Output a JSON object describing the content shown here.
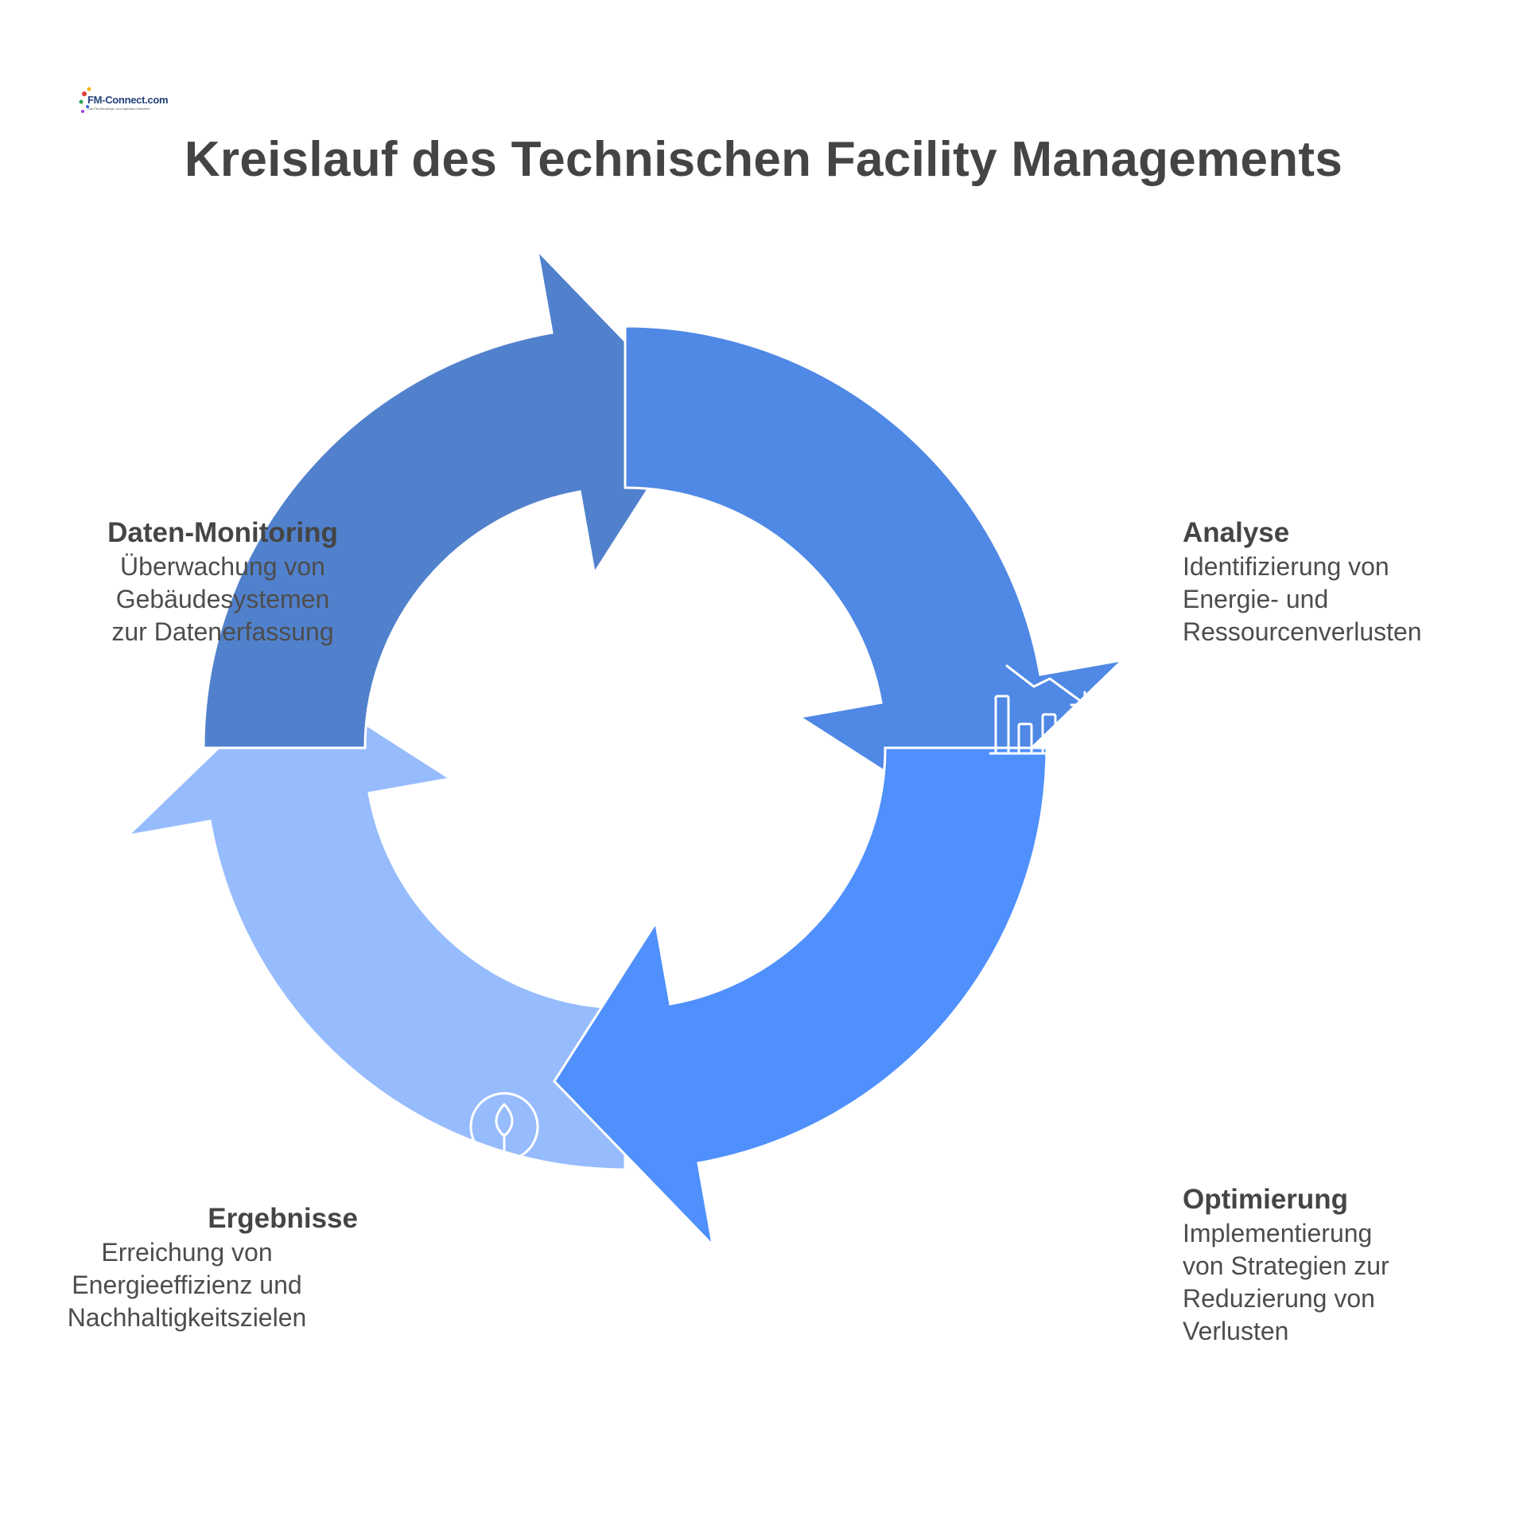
{
  "logo": {
    "text": "FM-Connect.com",
    "tagline": "Das FM-Beratungs- und Ingenieur-Netzwerk"
  },
  "title": "Kreislauf des Technischen Facility Managements",
  "stages": [
    {
      "id": "monitoring",
      "heading": "Daten-Monitoring",
      "description": "Überwachung von\nGebäudesystemen\nzur Datenerfassung",
      "color": "#5181cc",
      "icon": "data-search-icon"
    },
    {
      "id": "analyse",
      "heading": "Analyse",
      "description": "Identifizierung von\nEnergie- und\nRessourcenverlusten",
      "color": "#4f88e5",
      "icon": "declining-bar-chart-icon"
    },
    {
      "id": "optimierung",
      "heading": "Optimierung",
      "description": "Implementierung\nvon Strategien zur\nReduzierung von\nVerlusten",
      "color": "#4f90fd",
      "icon": "gear-trend-icon"
    },
    {
      "id": "ergebnisse",
      "heading": "Ergebnisse",
      "description": "Erreichung von\nEnergieeffizienz und\nNachhaltigkeitszielen",
      "color": "#97bcfd",
      "icon": "leaf-bulb-icon"
    }
  ]
}
